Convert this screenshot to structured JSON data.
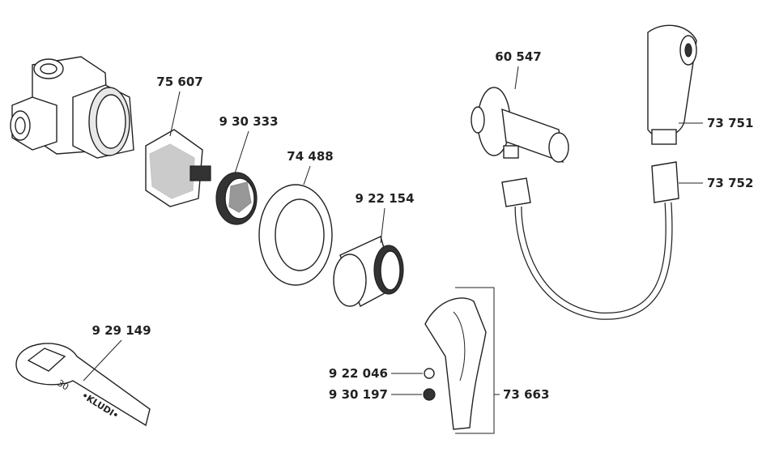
{
  "title": "Exploded parts diagram",
  "parts": {
    "cartridge": "75 607",
    "nut": "9 30 333",
    "rosette": "74 488",
    "sleeve": "9 22 154",
    "angle_valve": "60 547",
    "hand_shower": "73 751",
    "hose_connector": "73 752",
    "wrench": "9 29 149",
    "cap": "9 22 046",
    "screw": "9 30 197",
    "lever_handle": "73 663"
  },
  "wrench_marks": {
    "size": "30",
    "brand": "•KLUDI•"
  }
}
